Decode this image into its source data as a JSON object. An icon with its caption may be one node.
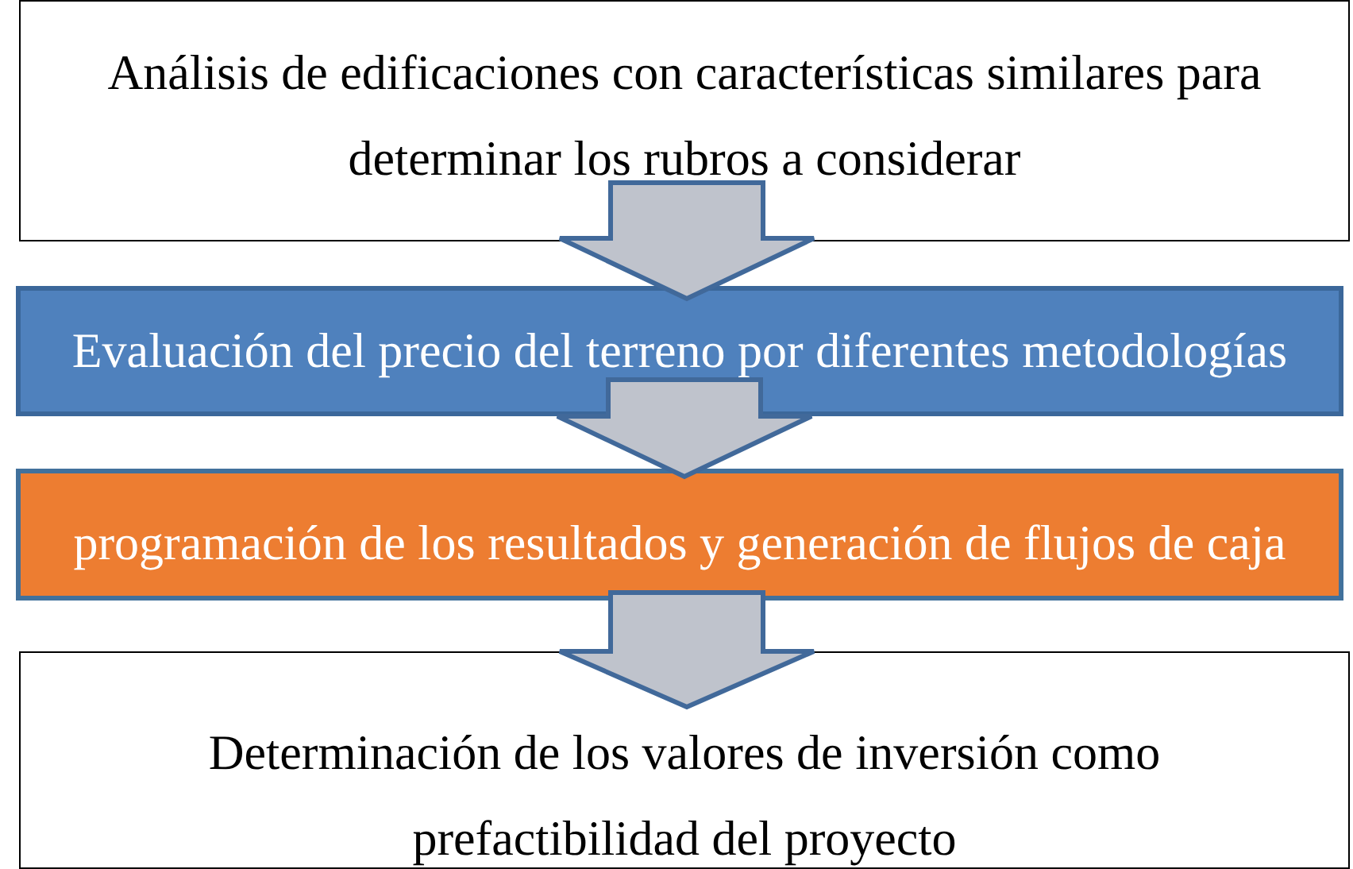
{
  "diagram": {
    "nodes": [
      {
        "text": [
          "Análisis de edificaciones con características similares para determinar los rubros a considerar"
        ]
      },
      {
        "text": [
          "Evaluación del precio del terreno por diferentes metodologías"
        ]
      },
      {
        "text": [
          "programación de los resultados y generación de flujos de caja"
        ]
      },
      {
        "text": [
          "Determinación de los valores de inversión como prefactibilidad del proyecto"
        ]
      }
    ],
    "edges": [
      {
        "from": 0,
        "to": 1,
        "arrow": "to"
      },
      {
        "from": 1,
        "to": 2,
        "arrow": "to"
      },
      {
        "from": 2,
        "to": 3,
        "arrow": "to"
      }
    ]
  }
}
